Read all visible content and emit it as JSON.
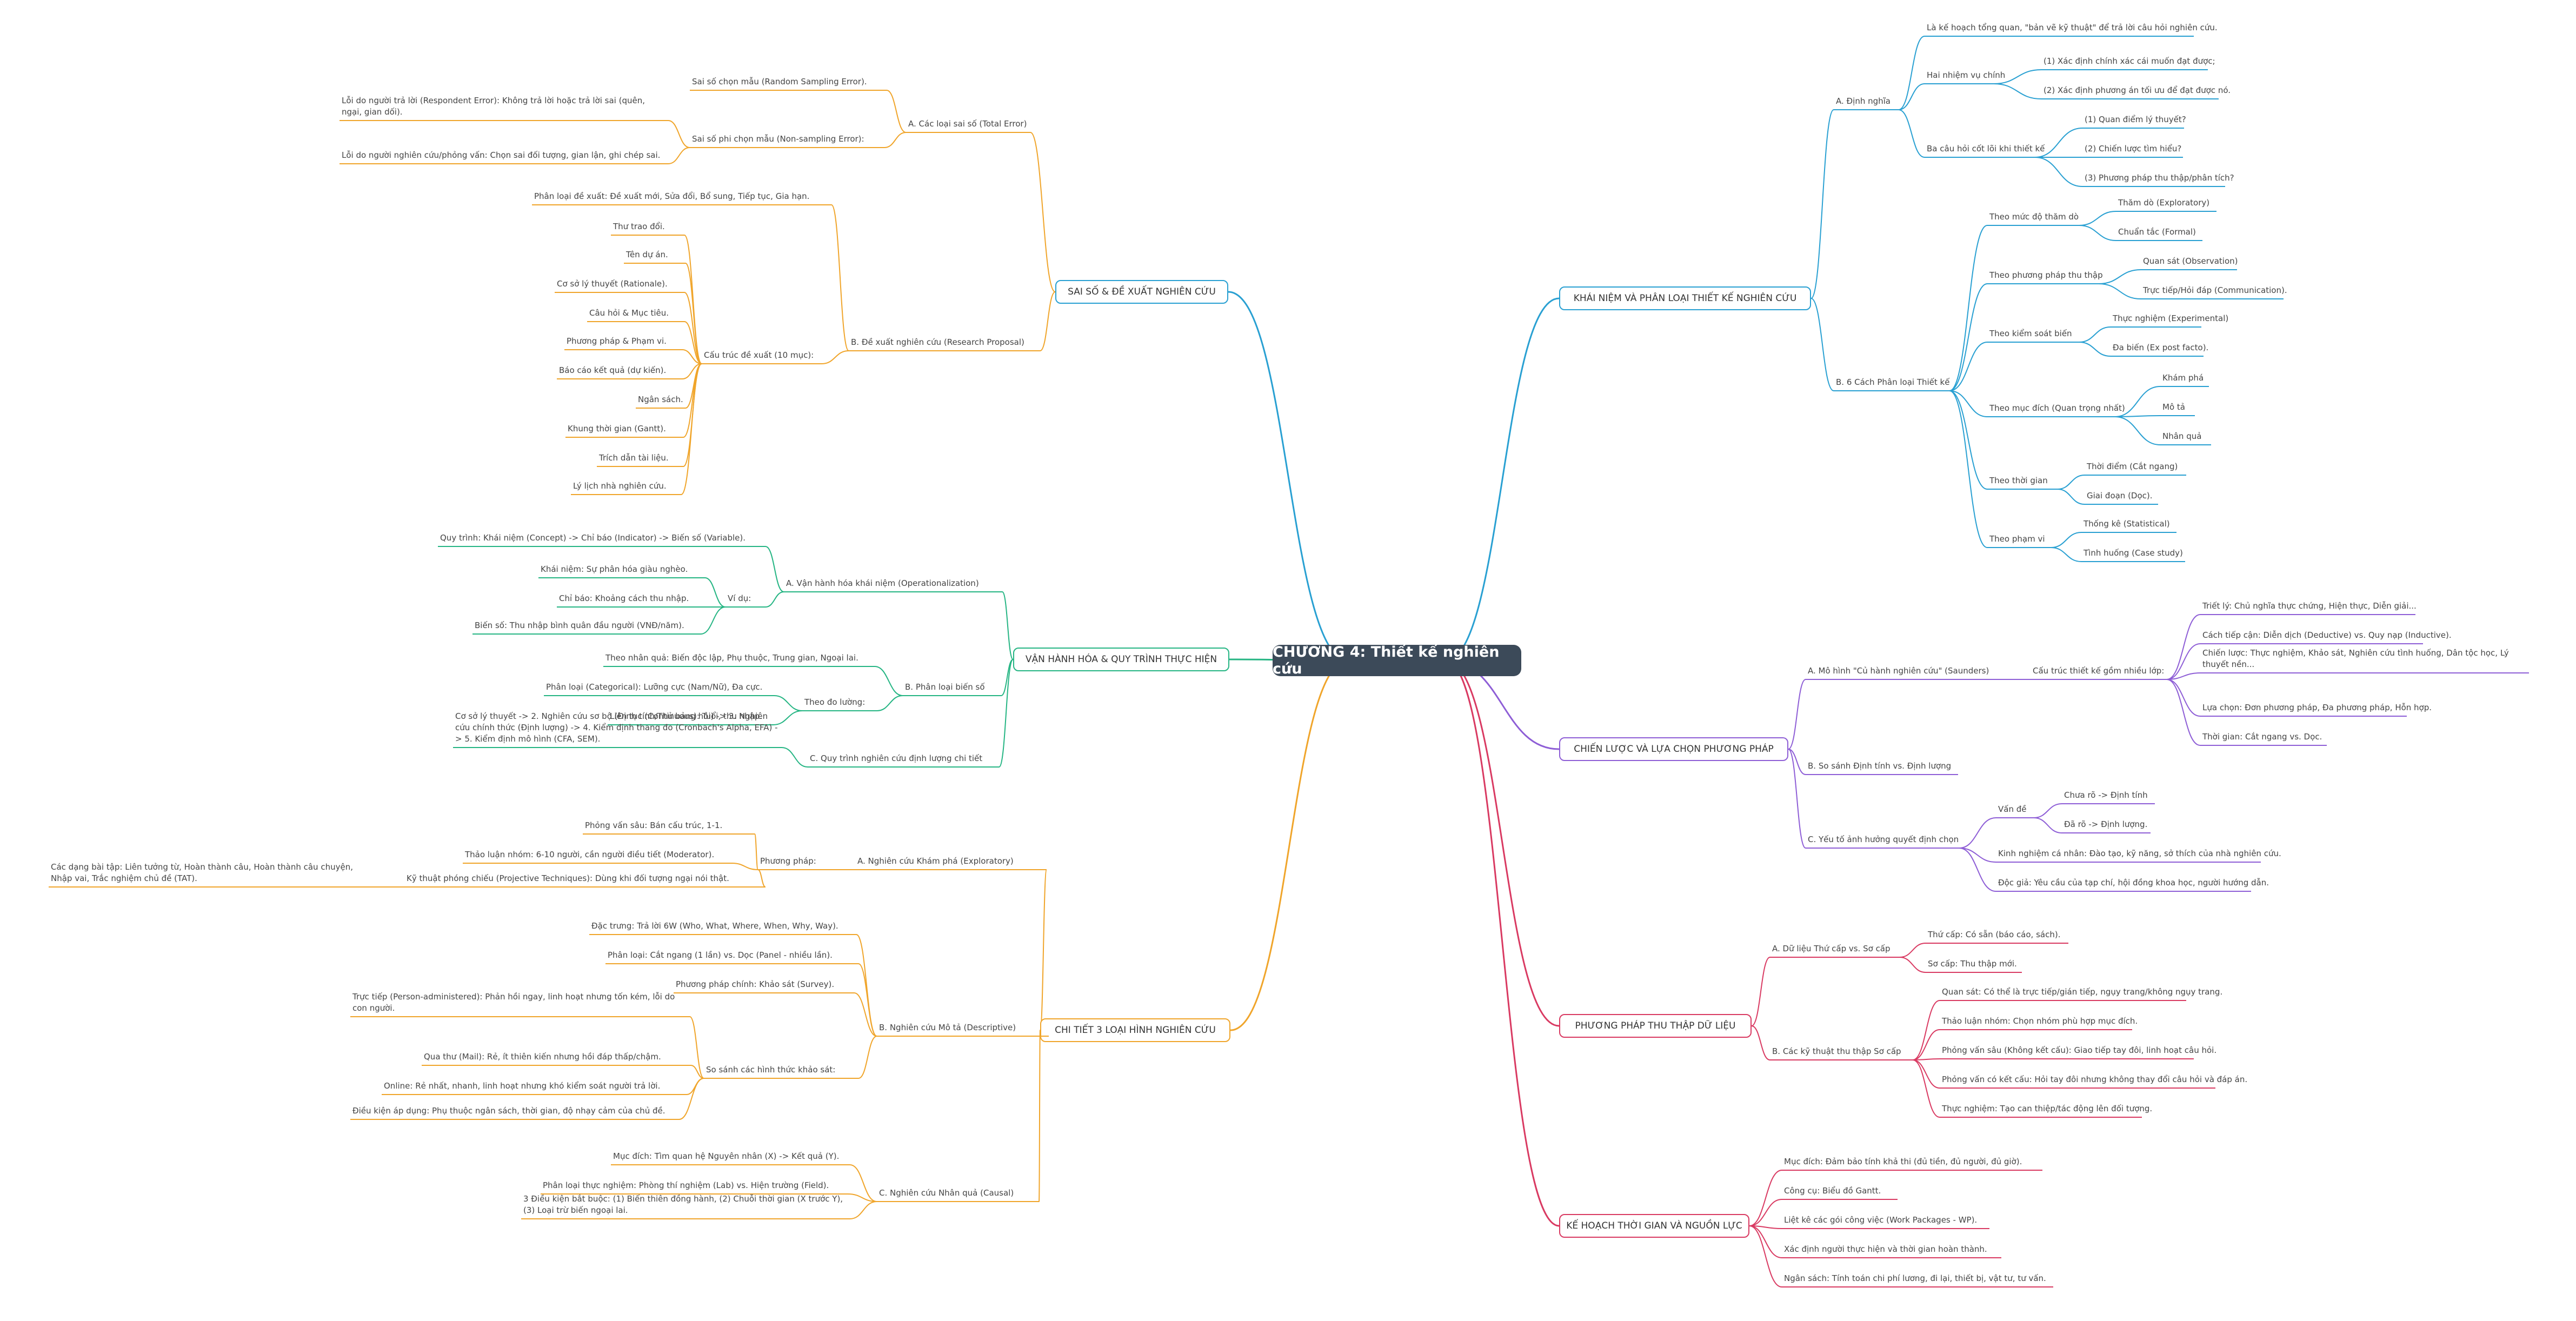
{
  "root": "CHƯƠNG 4: Thiết kế nghiên cứu",
  "colors": {
    "blue": "#29a0d2",
    "purple": "#8e5ed6",
    "pink": "#d93a62",
    "orange": "#f0a52b",
    "green": "#25b583",
    "root_fill": "#3c4a59"
  },
  "branches": [
    {
      "id": "b1",
      "label": "KHÁI NIỆM VÀ PHÂN LOẠI THIẾT KẾ NGHIÊN CỨU",
      "color": "blue"
    },
    {
      "id": "b2",
      "label": "CHIẾN LƯỢC VÀ LỰA CHỌN PHƯƠNG PHÁP",
      "color": "purple"
    },
    {
      "id": "b3",
      "label": "PHƯƠNG PHÁP THU THẬP DỮ LIỆU",
      "color": "pink"
    },
    {
      "id": "b4",
      "label": "KẾ HOẠCH THỜI GIAN VÀ NGUỒN LỰC",
      "color": "pink"
    },
    {
      "id": "b5",
      "label": "SAI SỐ & ĐỀ XUẤT NGHIÊN CỨU",
      "color": "blue"
    },
    {
      "id": "b6",
      "label": "VẬN HÀNH HÓA & QUY TRÌNH THỰC HIỆN",
      "color": "green"
    },
    {
      "id": "b7",
      "label": "CHI TIẾT 3 LOẠI HÌNH NGHIÊN CỨU",
      "color": "orange"
    }
  ],
  "nodes": [
    {
      "id": "n1",
      "text": "A. Định nghĩa"
    },
    {
      "id": "n2",
      "text": "Là kế hoạch tổng quan, \"bản vẽ kỹ thuật\" để trả lời câu hỏi nghiên cứu."
    },
    {
      "id": "n3",
      "text": "Hai nhiệm vụ chính"
    },
    {
      "id": "n4",
      "text": "(1) Xác định chính xác cái muốn đạt được;"
    },
    {
      "id": "n5",
      "text": "(2) Xác định phương án tối ưu để đạt được nó."
    },
    {
      "id": "n6",
      "text": "Ba câu hỏi cốt lõi khi thiết kế"
    },
    {
      "id": "n7",
      "text": "(1) Quan điểm lý thuyết?"
    },
    {
      "id": "n8",
      "text": "(2) Chiến lược tìm hiểu?"
    },
    {
      "id": "n9",
      "text": "(3) Phương pháp thu thập/phân tích?"
    },
    {
      "id": "n10",
      "text": "B. 6 Cách Phân loại Thiết kế"
    },
    {
      "id": "n11",
      "text": "Theo mức độ thăm dò"
    },
    {
      "id": "n12",
      "text": "Thăm dò (Exploratory)"
    },
    {
      "id": "n13",
      "text": "Chuẩn tắc (Formal)"
    },
    {
      "id": "n14",
      "text": "Theo phương pháp thu thập"
    },
    {
      "id": "n15",
      "text": "Quan sát (Observation)"
    },
    {
      "id": "n16",
      "text": "Trực tiếp/Hỏi đáp (Communication)."
    },
    {
      "id": "n17",
      "text": "Theo kiểm soát biến"
    },
    {
      "id": "n18",
      "text": "Thực nghiệm (Experimental)"
    },
    {
      "id": "n19",
      "text": "Đa biến (Ex post facto)."
    },
    {
      "id": "n20",
      "text": "Theo mục đích (Quan trọng nhất)"
    },
    {
      "id": "n21",
      "text": "Khám phá"
    },
    {
      "id": "n22",
      "text": "Mô tả"
    },
    {
      "id": "n23",
      "text": "Nhân quả"
    },
    {
      "id": "n24",
      "text": "Theo thời gian"
    },
    {
      "id": "n25",
      "text": "Thời điểm (Cắt ngang)"
    },
    {
      "id": "n26",
      "text": "Giai đoạn (Dọc)."
    },
    {
      "id": "n27",
      "text": "Theo phạm vi"
    },
    {
      "id": "n28",
      "text": "Thống kê (Statistical)"
    },
    {
      "id": "n29",
      "text": "Tình huống (Case study)"
    },
    {
      "id": "p1",
      "text": "A. Mô hình \"Củ hành nghiên cứu\" (Saunders)"
    },
    {
      "id": "p2",
      "text": "Cấu trúc thiết kế gồm nhiều lớp:"
    },
    {
      "id": "p3",
      "text": "Triết lý: Chủ nghĩa thực chứng, Hiện thực, Diễn giải..."
    },
    {
      "id": "p4",
      "text": "Cách tiếp cận: Diễn dịch (Deductive) vs. Quy nạp (Inductive)."
    },
    {
      "id": "p5",
      "text": "Chiến lược: Thực nghiệm, Khảo sát, Nghiên cứu tình huống, Dân tộc học, Lý thuyết nền..."
    },
    {
      "id": "p6",
      "text": "Lựa chọn: Đơn phương pháp, Đa phương pháp, Hỗn hợp."
    },
    {
      "id": "p7",
      "text": "Thời gian: Cắt ngang vs. Dọc."
    },
    {
      "id": "p8",
      "text": "B. So sánh Định tính vs. Định lượng"
    },
    {
      "id": "p9",
      "text": "C. Yếu tố ảnh hưởng quyết định chọn"
    },
    {
      "id": "p10",
      "text": "Vấn đề"
    },
    {
      "id": "p11",
      "text": "Chưa rõ -> Định tính"
    },
    {
      "id": "p12",
      "text": "Đã rõ -> Định lượng."
    },
    {
      "id": "p13",
      "text": "Kinh nghiệm cá nhân: Đào tạo, kỹ năng, sở thích của nhà nghiên cứu."
    },
    {
      "id": "p14",
      "text": "Độc giả: Yêu cầu của tạp chí, hội đồng khoa học, người hướng dẫn."
    },
    {
      "id": "k1",
      "text": "A. Dữ liệu Thứ cấp vs. Sơ cấp"
    },
    {
      "id": "k2",
      "text": "Thứ cấp: Có sẵn (báo cáo, sách)."
    },
    {
      "id": "k3",
      "text": "Sơ cấp: Thu thập mới."
    },
    {
      "id": "k4",
      "text": "B. Các kỹ thuật thu thập Sơ cấp"
    },
    {
      "id": "k5",
      "text": "Quan sát: Có thể là trực tiếp/gián tiếp, ngụy trang/không ngụy trang."
    },
    {
      "id": "k6",
      "text": "Thảo luận nhóm: Chọn nhóm phù hợp mục đích."
    },
    {
      "id": "k7",
      "text": "Phỏng vấn sâu (Không kết cấu): Giao tiếp tay đôi, linh hoạt câu hỏi."
    },
    {
      "id": "k8",
      "text": "Phỏng vấn có kết cấu: Hỏi tay đôi nhưng không thay đổi câu hỏi và đáp án."
    },
    {
      "id": "k9",
      "text": "Thực nghiệm: Tạo can thiệp/tác động lên đối tượng."
    },
    {
      "id": "r1",
      "text": "Mục đích: Đảm bảo tính khả thi (đủ tiền, đủ người, đủ giờ)."
    },
    {
      "id": "r2",
      "text": "Công cụ: Biểu đồ Gantt."
    },
    {
      "id": "r3",
      "text": "Liệt kê các gói công việc (Work Packages - WP)."
    },
    {
      "id": "r4",
      "text": "Xác định người thực hiện và thời gian hoàn thành."
    },
    {
      "id": "r5",
      "text": "Ngân sách: Tính toán chi phí lương, đi lại, thiết bị, vật tư, tư vấn."
    },
    {
      "id": "s1",
      "text": "A. Các loại sai số (Total Error)"
    },
    {
      "id": "s2",
      "text": "Sai số chọn mẫu (Random Sampling Error)."
    },
    {
      "id": "s3",
      "text": "Sai số phi chọn mẫu (Non-sampling Error):"
    },
    {
      "id": "s4",
      "text": "Lỗi do người trả lời (Respondent Error): Không trả lời hoặc trả lời sai (quên, ngại, gian dối)."
    },
    {
      "id": "s5",
      "text": "Lỗi do người nghiên cứu/phỏng vấn: Chọn sai đối tượng, gian lận, ghi chép sai."
    },
    {
      "id": "s6",
      "text": "B. Đề xuất nghiên cứu (Research Proposal)"
    },
    {
      "id": "s7",
      "text": "Phân loại đề xuất: Đề xuất mới, Sửa đổi, Bổ sung, Tiếp tục, Gia hạn."
    },
    {
      "id": "s8",
      "text": "Cấu trúc đề xuất (10 mục):"
    },
    {
      "id": "s9",
      "text": "Thư trao đổi."
    },
    {
      "id": "s10",
      "text": "Tên dự án."
    },
    {
      "id": "s11",
      "text": "Cơ sở lý thuyết (Rationale)."
    },
    {
      "id": "s12",
      "text": "Câu hỏi & Mục tiêu."
    },
    {
      "id": "s13",
      "text": "Phương pháp & Phạm vi."
    },
    {
      "id": "s14",
      "text": "Báo cáo kết quả (dự kiến)."
    },
    {
      "id": "s15",
      "text": "Ngân sách."
    },
    {
      "id": "s16",
      "text": "Khung thời gian (Gantt)."
    },
    {
      "id": "s17",
      "text": "Trích dẫn tài liệu."
    },
    {
      "id": "s18",
      "text": "Lý lịch nhà nghiên cứu."
    },
    {
      "id": "v1",
      "text": "A. Vận hành hóa khái niệm (Operationalization)"
    },
    {
      "id": "v2",
      "text": "Quy trình: Khái niệm (Concept) -> Chỉ báo (Indicator) -> Biến số (Variable)."
    },
    {
      "id": "v3",
      "text": "Ví dụ:"
    },
    {
      "id": "v4",
      "text": "Khái niệm: Sự phân hóa giàu nghèo."
    },
    {
      "id": "v5",
      "text": "Chỉ báo: Khoảng cách thu nhập."
    },
    {
      "id": "v6",
      "text": "Biến số: Thu nhập bình quân đầu người (VNĐ/năm)."
    },
    {
      "id": "v7",
      "text": "B. Phân loại biến số"
    },
    {
      "id": "v8",
      "text": "Theo nhân quả: Biến độc lập, Phụ thuộc, Trung gian, Ngoại lai."
    },
    {
      "id": "v9",
      "text": "Theo đo lường:"
    },
    {
      "id": "v10",
      "text": "Phân loại (Categorical): Lưỡng cực (Nam/Nữ), Đa cực."
    },
    {
      "id": "v11",
      "text": "Liên tục (Continuous): Tuổi, thu nhập."
    },
    {
      "id": "v12",
      "text": "C. Quy trình nghiên cứu định lượng chi tiết"
    },
    {
      "id": "v13",
      "text": "Cơ sở lý thuyết -> 2. Nghiên cứu sơ bộ (Định tính/Thử bảng hỏi) -> 3. Nghiên cứu chính thức (Định lượng) -> 4. Kiểm định thang đo (Cronbach's Alpha, EFA) -> 5. Kiểm định mô hình (CFA, SEM)."
    },
    {
      "id": "o1",
      "text": "A. Nghiên cứu Khám phá (Exploratory)"
    },
    {
      "id": "o2",
      "text": "Phương pháp:"
    },
    {
      "id": "o3",
      "text": "Phỏng vấn sâu: Bán cấu trúc, 1-1."
    },
    {
      "id": "o4",
      "text": "Thảo luận nhóm: 6-10 người, cần người điều tiết (Moderator)."
    },
    {
      "id": "o5",
      "text": "Kỹ thuật phóng chiếu (Projective Techniques): Dùng khi đối tượng ngại nói thật."
    },
    {
      "id": "o6",
      "text": "Các dạng bài tập: Liên tưởng từ, Hoàn thành câu, Hoàn thành câu chuyện, Nhập vai, Trắc nghiệm chủ đề (TAT)."
    },
    {
      "id": "o7",
      "text": "B. Nghiên cứu Mô tả (Descriptive)"
    },
    {
      "id": "o8",
      "text": "Đặc trưng: Trả lời 6W (Who, What, Where, When, Why, Way)."
    },
    {
      "id": "o9",
      "text": "Phân loại: Cắt ngang (1 lần) vs. Dọc (Panel - nhiều lần)."
    },
    {
      "id": "o10",
      "text": "Phương pháp chính: Khảo sát (Survey)."
    },
    {
      "id": "o11",
      "text": "So sánh các hình thức khảo sát:"
    },
    {
      "id": "o12",
      "text": "Trực tiếp (Person-administered): Phản hồi ngay, linh hoạt nhưng tốn kém, lỗi do con người."
    },
    {
      "id": "o13",
      "text": "Qua thư (Mail): Rẻ, ít thiên kiến nhưng hồi đáp thấp/chậm."
    },
    {
      "id": "o14",
      "text": "Online: Rẻ nhất, nhanh, linh hoạt nhưng khó kiểm soát người trả lời."
    },
    {
      "id": "o15",
      "text": "Điều kiện áp dụng: Phụ thuộc ngân sách, thời gian, độ nhạy cảm của chủ đề."
    },
    {
      "id": "o16",
      "text": "C. Nghiên cứu Nhân quả (Causal)"
    },
    {
      "id": "o17",
      "text": "Mục đích: Tìm quan hệ Nguyên nhân (X) -> Kết quả (Y)."
    },
    {
      "id": "o18",
      "text": "Phân loại thực nghiệm: Phòng thí nghiệm (Lab) vs. Hiện trường (Field)."
    },
    {
      "id": "o19",
      "text": "3 Điều kiện bắt buộc: (1) Biến thiên đồng hành, (2) Chuỗi thời gian (X trước Y), (3) Loại trừ biến ngoại lai."
    }
  ]
}
